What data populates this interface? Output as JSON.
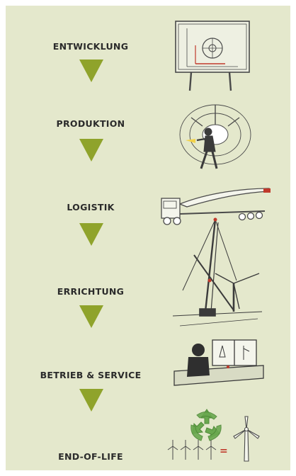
{
  "stages": [
    {
      "label": "ENTWICKLUNG"
    },
    {
      "label": "PRODUKTION"
    },
    {
      "label": "LOGISTIK"
    },
    {
      "label": "ERRICHTUNG"
    },
    {
      "label": "BETRIEB & SERVICE"
    },
    {
      "label": "END-OF-LIFE"
    }
  ],
  "end_of_life_equals": "=",
  "colors": {
    "panel_background": "#e4e8cc",
    "arrow": "#8fa32b",
    "recycle": "#6aa84f",
    "accent_red": "#c0392b",
    "sketch_line": "#4a4a4a"
  },
  "icons": [
    "drafting-board-icon",
    "production-worker-icon",
    "transport-truck-icon",
    "crane-erection-icon",
    "control-room-icon",
    "recycle-icon",
    "wind-turbine-icon"
  ]
}
